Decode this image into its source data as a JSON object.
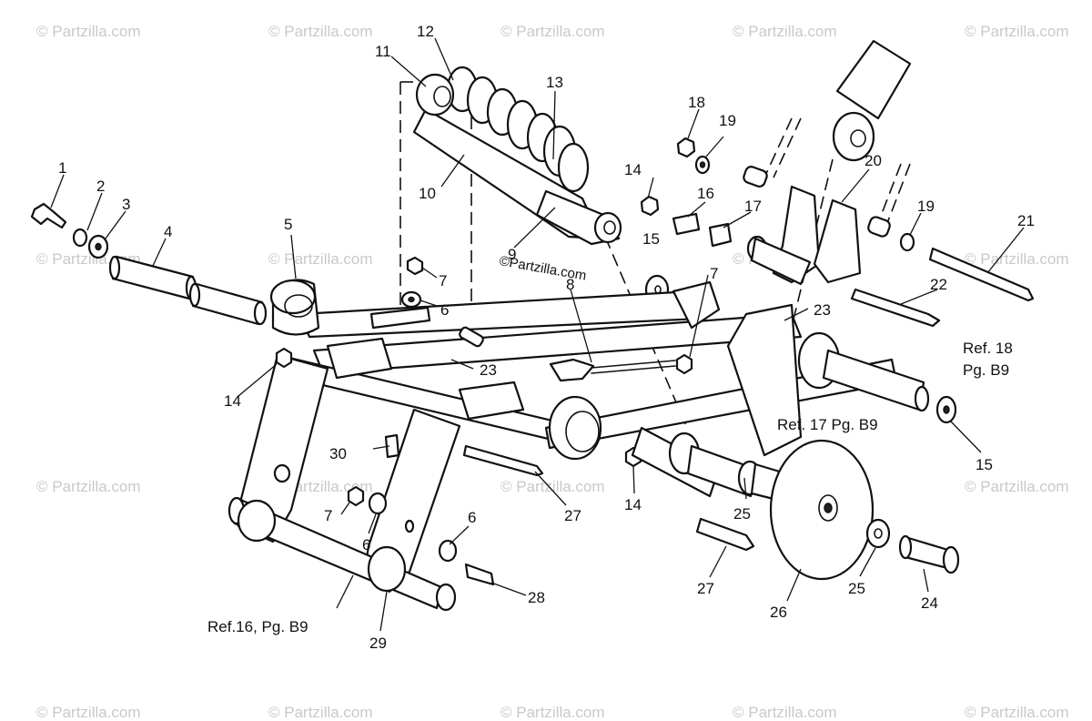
{
  "diagram": {
    "watermark": "© Partzilla.com",
    "center_watermark": "©Partzilla.com",
    "callouts": {
      "c1": "1",
      "c2": "2",
      "c3": "3",
      "c4": "4",
      "c5": "5",
      "c6a": "6",
      "c6b": "6",
      "c6c": "6",
      "c7a": "7",
      "c7b": "7",
      "c7c": "7",
      "c8": "8",
      "c9": "9",
      "c10": "10",
      "c11": "11",
      "c12": "12",
      "c13": "13",
      "c14a": "14",
      "c14b": "14",
      "c14c": "14",
      "c15a": "15",
      "c15b": "15",
      "c16": "16",
      "c17": "17",
      "c18": "18",
      "c19a": "19",
      "c19b": "19",
      "c20": "20",
      "c21": "21",
      "c22": "22",
      "c23a": "23",
      "c23b": "23",
      "c24": "24",
      "c25a": "25",
      "c25b": "25",
      "c26": "26",
      "c27a": "27",
      "c27b": "27",
      "c28": "28",
      "c29": "29",
      "c30": "30"
    },
    "references": {
      "ref18_line1": "Ref. 18",
      "ref18_line2": "Pg. B9",
      "ref17": "Ref. 17 Pg. B9",
      "ref16": "Ref.16, Pg. B9"
    }
  }
}
